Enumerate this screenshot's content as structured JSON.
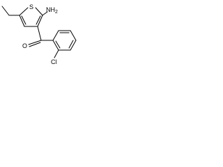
{
  "molecule": {
    "atoms": {
      "sulfur": "S",
      "amine": "NH",
      "amine_subscript": "2",
      "carbonyl_oxygen": "O",
      "chlorine": "Cl"
    }
  }
}
